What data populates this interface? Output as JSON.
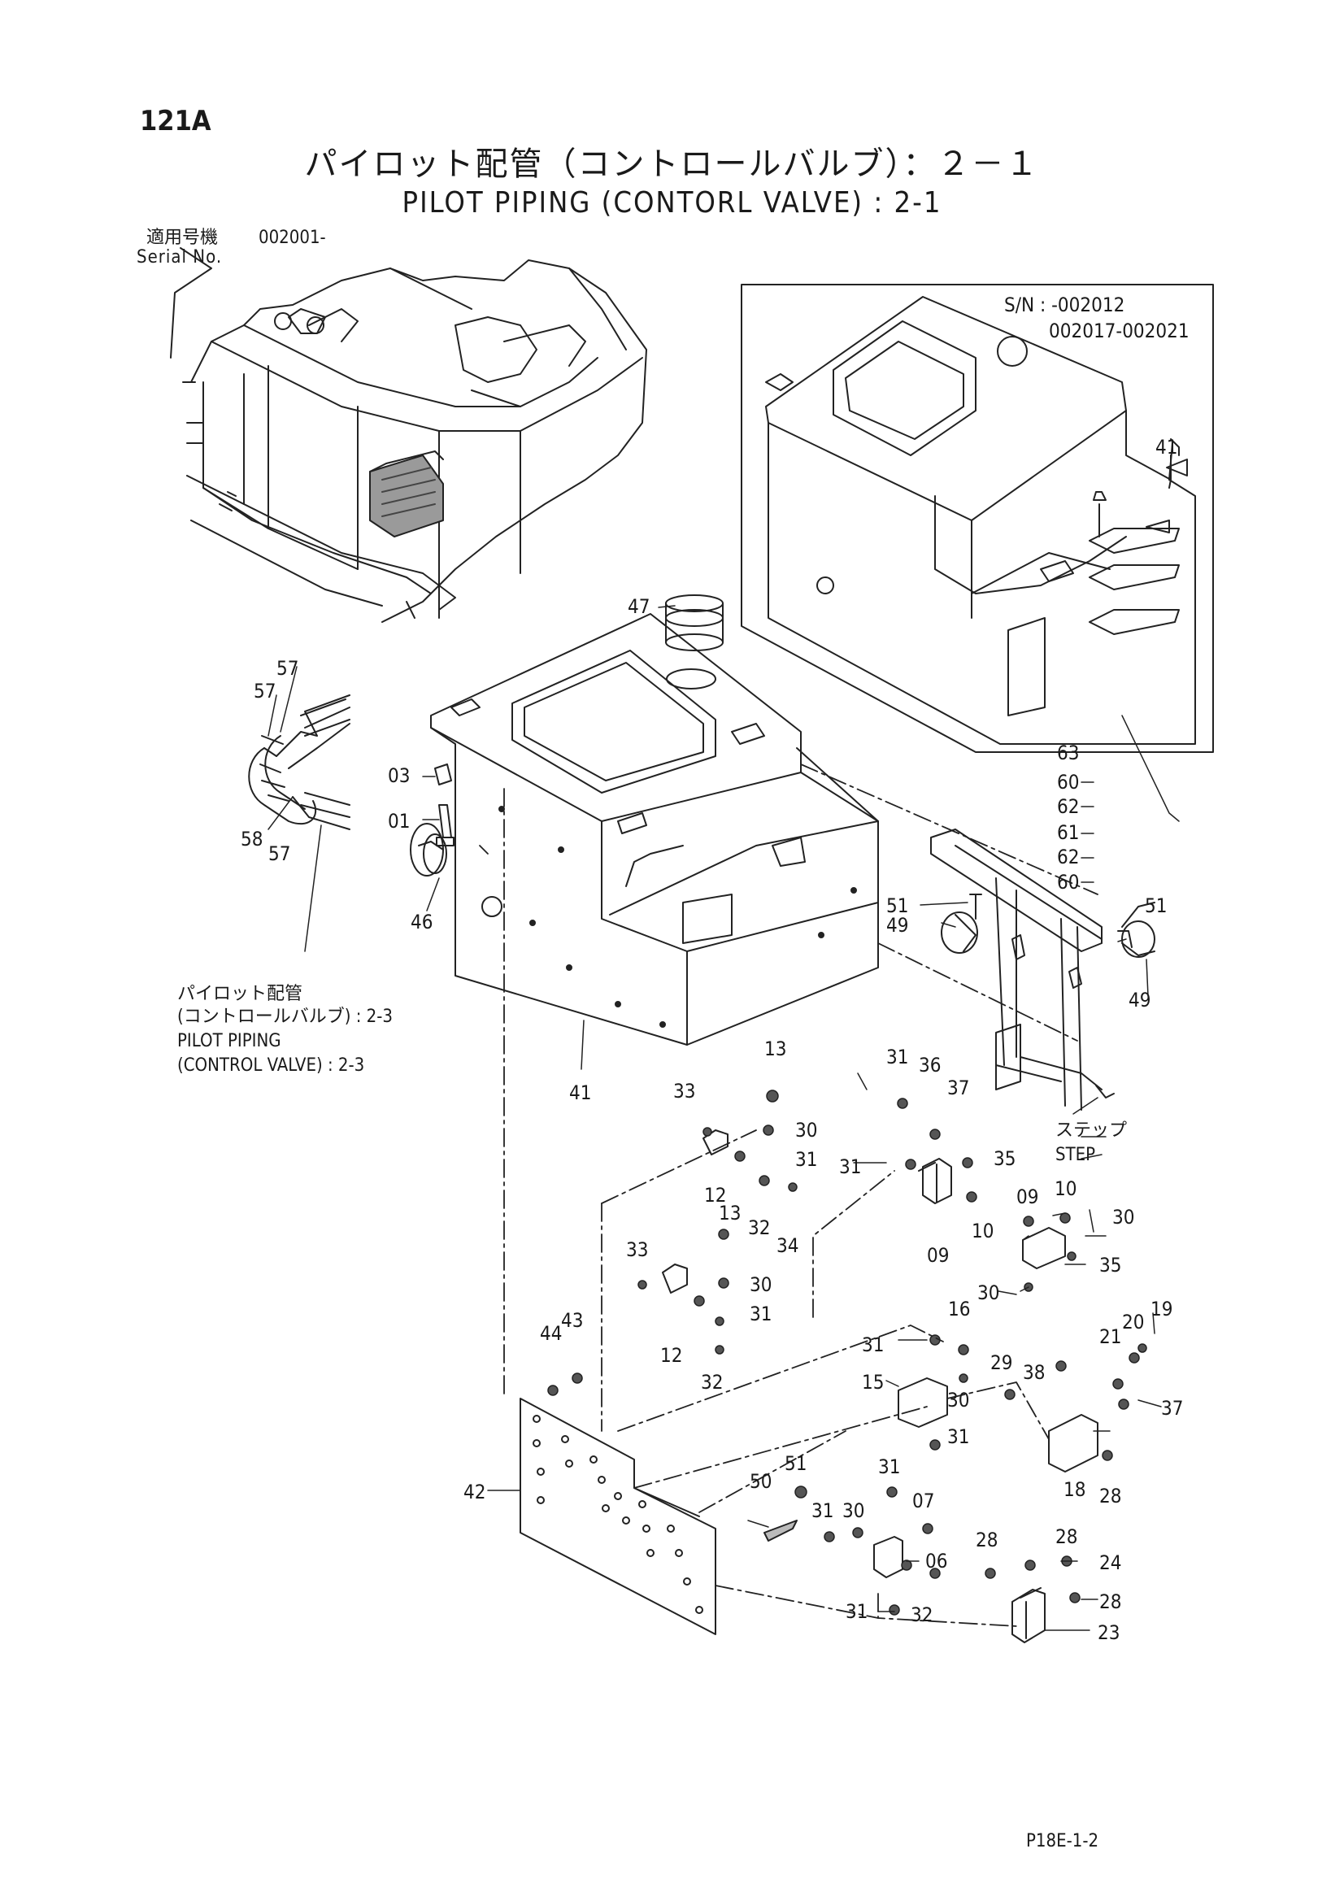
{
  "page_number": "121A",
  "title_jp": "パイロット配管（コントロールバルブ）：２－１",
  "title_en": "PILOT PIPING (CONTORL VALVE) : 2-1",
  "serial": {
    "label_jp": "適用号機",
    "value": "002001-",
    "label_en": "Serial No."
  },
  "inset": {
    "sn_line1": "S/N : -002012",
    "sn_line2": "002017-002021",
    "callout_41": "41"
  },
  "pipe_reference": {
    "jp_line1": "パイロット配管",
    "jp_line2": "(コントロールバルブ) : 2-3",
    "en_line1": "PILOT PIPING",
    "en_line2": "(CONTROL VALVE) : 2-3"
  },
  "step_label": {
    "jp": "ステップ",
    "en": "STEP"
  },
  "callouts": {
    "c47": "47",
    "c57a": "57",
    "c57b": "57",
    "c57c": "57",
    "c58": "58",
    "c03": "03",
    "c01": "01",
    "c46": "46",
    "c41": "41",
    "c63": "63",
    "c60a": "60",
    "c62a": "62",
    "c61": "61",
    "c62b": "62",
    "c60b": "60",
    "c51a": "51",
    "c49a": "49",
    "c51b": "51",
    "c49b": "49",
    "c13a": "13",
    "c33a": "33",
    "c30a": "30",
    "c31a": "31",
    "c12a": "12",
    "c32a": "32",
    "c34": "34",
    "c31b": "31",
    "c36": "36",
    "c37a": "37",
    "c35a": "35",
    "c31c": "31",
    "c09a": "09",
    "c10a": "10",
    "c09b": "09",
    "c10b": "10",
    "c30b": "30",
    "c35b": "35",
    "c30c": "30",
    "c13b": "13",
    "c33b": "33",
    "c30d": "30",
    "c31d": "31",
    "c12b": "12",
    "c32b": "32",
    "c44": "44",
    "c43": "43",
    "c16": "16",
    "c31e": "31",
    "c15": "15",
    "c30e": "30",
    "c31f": "31",
    "c21": "21",
    "c20": "20",
    "c19": "19",
    "c29": "29",
    "c38": "38",
    "c37b": "37",
    "c18": "18",
    "c28a": "28",
    "c42": "42",
    "c51c": "51",
    "c50": "50",
    "c31g": "31",
    "c31h": "31",
    "c30f": "30",
    "c07": "07",
    "c06": "06",
    "c31i": "31",
    "c32c": "32",
    "c28b": "28",
    "c28c": "28",
    "c24": "24",
    "c28d": "28",
    "c23": "23"
  },
  "footer_code": "P18E-1-2"
}
